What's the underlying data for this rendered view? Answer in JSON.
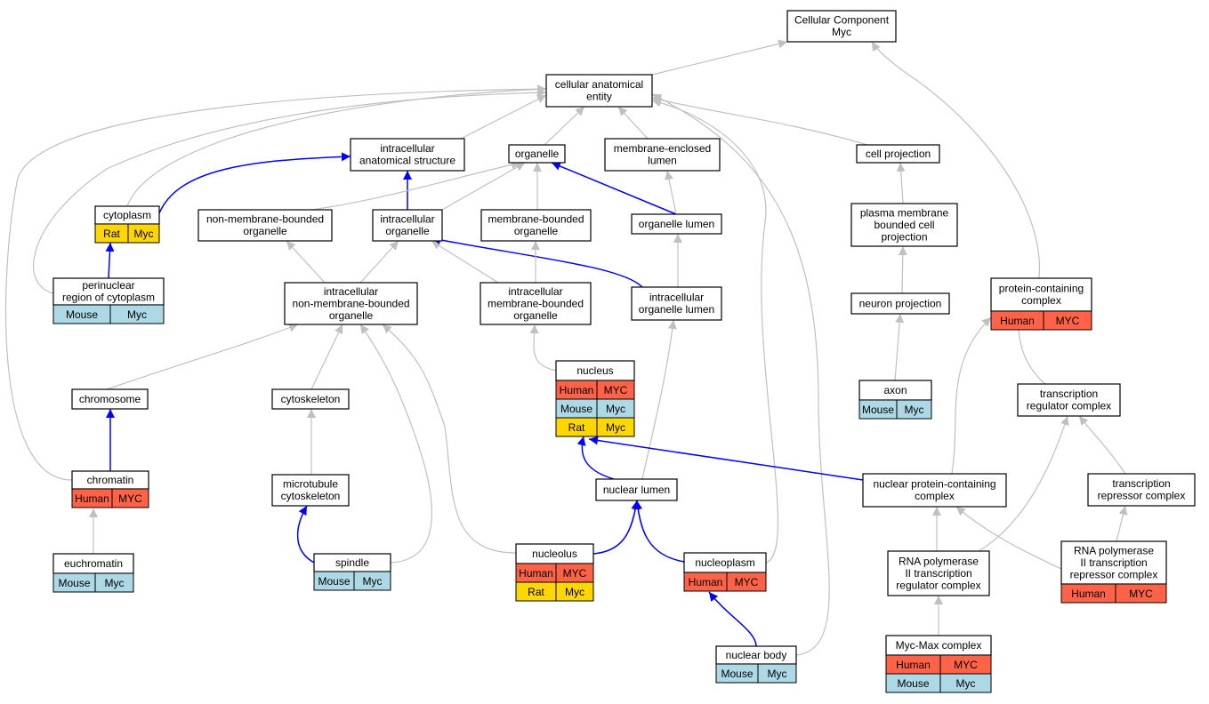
{
  "colors": {
    "Human": "#ff6347",
    "Mouse": "#add8e6",
    "Rat": "#ffd700",
    "edge_is_a": "#c0c0c0",
    "edge_part_of": "#0000ff"
  },
  "nodes": [
    {
      "id": "cc",
      "lines": [
        "Cellular Component",
        "Myc"
      ]
    },
    {
      "id": "cae",
      "lines": [
        "cellular anatomical",
        "entity"
      ]
    },
    {
      "id": "ias",
      "lines": [
        "intracellular",
        "anatomical structure"
      ]
    },
    {
      "id": "organelle",
      "lines": [
        "organelle"
      ]
    },
    {
      "id": "mel",
      "lines": [
        "membrane-enclosed",
        "lumen"
      ]
    },
    {
      "id": "cellproj",
      "lines": [
        "cell projection"
      ]
    },
    {
      "id": "cytoplasm",
      "lines": [
        "cytoplasm"
      ],
      "rows": [
        [
          {
            "s": "Rat",
            "v": "Rat"
          },
          {
            "s": "Rat",
            "v": "Myc"
          }
        ]
      ]
    },
    {
      "id": "nmbo",
      "lines": [
        "non-membrane-bounded",
        "organelle"
      ]
    },
    {
      "id": "io",
      "lines": [
        "intracellular",
        "organelle"
      ]
    },
    {
      "id": "mbo",
      "lines": [
        "membrane-bounded",
        "organelle"
      ]
    },
    {
      "id": "ol",
      "lines": [
        "organelle lumen"
      ]
    },
    {
      "id": "pmbcp",
      "lines": [
        "plasma membrane",
        "bounded cell",
        "projection"
      ]
    },
    {
      "id": "perinuc",
      "lines": [
        "perinuclear",
        "region of cytoplasm"
      ],
      "rows": [
        [
          {
            "s": "Mouse",
            "v": "Mouse"
          },
          {
            "s": "Mouse",
            "v": "Myc"
          }
        ]
      ]
    },
    {
      "id": "inmbo",
      "lines": [
        "intracellular",
        "non-membrane-bounded",
        "organelle"
      ]
    },
    {
      "id": "imbo",
      "lines": [
        "intracellular",
        "membrane-bounded",
        "organelle"
      ]
    },
    {
      "id": "iol",
      "lines": [
        "intracellular",
        "organelle lumen"
      ]
    },
    {
      "id": "neuproj",
      "lines": [
        "neuron projection"
      ]
    },
    {
      "id": "pcc",
      "lines": [
        "protein-containing",
        "complex"
      ],
      "rows": [
        [
          {
            "s": "Human",
            "v": "Human"
          },
          {
            "s": "Human",
            "v": "MYC"
          }
        ]
      ]
    },
    {
      "id": "nucleus",
      "lines": [
        "nucleus"
      ],
      "rows": [
        [
          {
            "s": "Human",
            "v": "Human"
          },
          {
            "s": "Human",
            "v": "MYC"
          }
        ],
        [
          {
            "s": "Mouse",
            "v": "Mouse"
          },
          {
            "s": "Mouse",
            "v": "Myc"
          }
        ],
        [
          {
            "s": "Rat",
            "v": "Rat"
          },
          {
            "s": "Rat",
            "v": "Myc"
          }
        ]
      ]
    },
    {
      "id": "chromosome",
      "lines": [
        "chromosome"
      ]
    },
    {
      "id": "cytoskeleton",
      "lines": [
        "cytoskeleton"
      ]
    },
    {
      "id": "axon",
      "lines": [
        "axon"
      ],
      "rows": [
        [
          {
            "s": "Mouse",
            "v": "Mouse"
          },
          {
            "s": "Mouse",
            "v": "Myc"
          }
        ]
      ]
    },
    {
      "id": "trc",
      "lines": [
        "transcription",
        "regulator complex"
      ]
    },
    {
      "id": "chromatin",
      "lines": [
        "chromatin"
      ],
      "rows": [
        [
          {
            "s": "Human",
            "v": "Human"
          },
          {
            "s": "Human",
            "v": "MYC"
          }
        ]
      ]
    },
    {
      "id": "mtcs",
      "lines": [
        "microtubule",
        "cytoskeleton"
      ]
    },
    {
      "id": "nuclum",
      "lines": [
        "nuclear lumen"
      ]
    },
    {
      "id": "npcc",
      "lines": [
        "nuclear protein-containing",
        "complex"
      ]
    },
    {
      "id": "trepc",
      "lines": [
        "transcription",
        "repressor complex"
      ]
    },
    {
      "id": "euchromatin",
      "lines": [
        "euchromatin"
      ],
      "rows": [
        [
          {
            "s": "Mouse",
            "v": "Mouse"
          },
          {
            "s": "Mouse",
            "v": "Myc"
          }
        ]
      ]
    },
    {
      "id": "spindle",
      "lines": [
        "spindle"
      ],
      "rows": [
        [
          {
            "s": "Mouse",
            "v": "Mouse"
          },
          {
            "s": "Mouse",
            "v": "Myc"
          }
        ]
      ]
    },
    {
      "id": "nucleolus",
      "lines": [
        "nucleolus"
      ],
      "rows": [
        [
          {
            "s": "Human",
            "v": "Human"
          },
          {
            "s": "Human",
            "v": "MYC"
          }
        ],
        [
          {
            "s": "Rat",
            "v": "Rat"
          },
          {
            "s": "Rat",
            "v": "Myc"
          }
        ]
      ]
    },
    {
      "id": "nucleoplasm",
      "lines": [
        "nucleoplasm"
      ],
      "rows": [
        [
          {
            "s": "Human",
            "v": "Human"
          },
          {
            "s": "Human",
            "v": "MYC"
          }
        ]
      ]
    },
    {
      "id": "rnapol_trc",
      "lines": [
        "RNA polymerase",
        "II transcription",
        "regulator complex"
      ]
    },
    {
      "id": "rnapol_trep",
      "lines": [
        "RNA polymerase",
        "II transcription",
        "repressor complex"
      ],
      "rows": [
        [
          {
            "s": "Human",
            "v": "Human"
          },
          {
            "s": "Human",
            "v": "MYC"
          }
        ]
      ]
    },
    {
      "id": "nucbody",
      "lines": [
        "nuclear body"
      ],
      "rows": [
        [
          {
            "s": "Mouse",
            "v": "Mouse"
          },
          {
            "s": "Mouse",
            "v": "Myc"
          }
        ]
      ]
    },
    {
      "id": "mycmax",
      "lines": [
        "Myc-Max complex"
      ],
      "rows": [
        [
          {
            "s": "Human",
            "v": "Human"
          },
          {
            "s": "Human",
            "v": "MYC"
          }
        ],
        [
          {
            "s": "Mouse",
            "v": "Mouse"
          },
          {
            "s": "Mouse",
            "v": "Myc"
          }
        ]
      ]
    }
  ],
  "edges": [
    {
      "from": "cae",
      "to": "cc",
      "type": "is_a"
    },
    {
      "from": "pcc",
      "to": "cc",
      "type": "is_a"
    },
    {
      "from": "ias",
      "to": "cae",
      "type": "is_a"
    },
    {
      "from": "organelle",
      "to": "cae",
      "type": "is_a"
    },
    {
      "from": "mel",
      "to": "cae",
      "type": "is_a"
    },
    {
      "from": "cellproj",
      "to": "cae",
      "type": "is_a"
    },
    {
      "from": "cytoplasm",
      "to": "cae",
      "type": "is_a"
    },
    {
      "from": "perinuc",
      "to": "cae",
      "type": "is_a"
    },
    {
      "from": "chromatin",
      "to": "cae",
      "type": "is_a"
    },
    {
      "from": "nucleoplasm",
      "to": "cae",
      "type": "is_a"
    },
    {
      "from": "nucbody",
      "to": "cae",
      "type": "is_a"
    },
    {
      "from": "cytoplasm",
      "to": "ias",
      "type": "part_of"
    },
    {
      "from": "io",
      "to": "ias",
      "type": "part_of"
    },
    {
      "from": "nmbo",
      "to": "organelle",
      "type": "is_a"
    },
    {
      "from": "io",
      "to": "organelle",
      "type": "is_a"
    },
    {
      "from": "mbo",
      "to": "organelle",
      "type": "is_a"
    },
    {
      "from": "ol",
      "to": "organelle",
      "type": "part_of"
    },
    {
      "from": "ol",
      "to": "mel",
      "type": "is_a"
    },
    {
      "from": "pmbcp",
      "to": "cellproj",
      "type": "is_a"
    },
    {
      "from": "perinuc",
      "to": "cytoplasm",
      "type": "part_of"
    },
    {
      "from": "inmbo",
      "to": "nmbo",
      "type": "is_a"
    },
    {
      "from": "inmbo",
      "to": "io",
      "type": "is_a"
    },
    {
      "from": "imbo",
      "to": "io",
      "type": "is_a"
    },
    {
      "from": "iol",
      "to": "io",
      "type": "part_of"
    },
    {
      "from": "imbo",
      "to": "mbo",
      "type": "is_a"
    },
    {
      "from": "iol",
      "to": "ol",
      "type": "is_a"
    },
    {
      "from": "neuproj",
      "to": "pmbcp",
      "type": "is_a"
    },
    {
      "from": "chromosome",
      "to": "inmbo",
      "type": "is_a"
    },
    {
      "from": "cytoskeleton",
      "to": "inmbo",
      "type": "is_a"
    },
    {
      "from": "spindle",
      "to": "inmbo",
      "type": "is_a"
    },
    {
      "from": "nucleolus",
      "to": "inmbo",
      "type": "is_a"
    },
    {
      "from": "nucleus",
      "to": "imbo",
      "type": "is_a"
    },
    {
      "from": "nuclum",
      "to": "iol",
      "type": "is_a"
    },
    {
      "from": "axon",
      "to": "neuproj",
      "type": "is_a"
    },
    {
      "from": "trc",
      "to": "pcc",
      "type": "is_a"
    },
    {
      "from": "npcc",
      "to": "pcc",
      "type": "is_a"
    },
    {
      "from": "nuclum",
      "to": "nucleus",
      "type": "part_of"
    },
    {
      "from": "npcc",
      "to": "nucleus",
      "type": "part_of"
    },
    {
      "from": "chromatin",
      "to": "chromosome",
      "type": "part_of"
    },
    {
      "from": "mtcs",
      "to": "cytoskeleton",
      "type": "is_a"
    },
    {
      "from": "rnapol_trc",
      "to": "trc",
      "type": "is_a"
    },
    {
      "from": "trepc",
      "to": "trc",
      "type": "is_a"
    },
    {
      "from": "euchromatin",
      "to": "chromatin",
      "type": "is_a"
    },
    {
      "from": "spindle",
      "to": "mtcs",
      "type": "part_of"
    },
    {
      "from": "nucleolus",
      "to": "nuclum",
      "type": "part_of"
    },
    {
      "from": "nucleoplasm",
      "to": "nuclum",
      "type": "part_of"
    },
    {
      "from": "rnapol_trc",
      "to": "npcc",
      "type": "is_a"
    },
    {
      "from": "rnapol_trep",
      "to": "npcc",
      "type": "is_a"
    },
    {
      "from": "rnapol_trep",
      "to": "trepc",
      "type": "is_a"
    },
    {
      "from": "nucbody",
      "to": "nucleoplasm",
      "type": "part_of"
    },
    {
      "from": "mycmax",
      "to": "rnapol_trc",
      "type": "is_a"
    }
  ]
}
